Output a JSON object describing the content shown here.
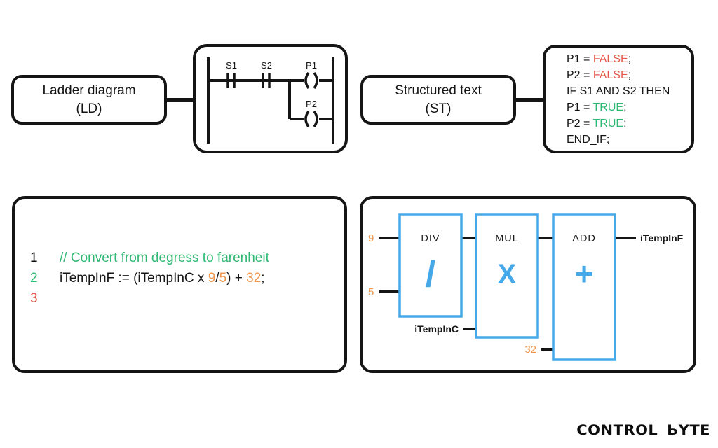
{
  "colors": {
    "ink": "#151515",
    "green": "#2eb872",
    "red": "#e4564c",
    "orange": "#f0954c",
    "blue": "#45a8e8"
  },
  "top_row": {
    "ld_box": {
      "line1": "Ladder diagram",
      "line2": "(LD)"
    },
    "ladder": {
      "contact1": "S1",
      "contact2": "S2",
      "coil1": "P1",
      "coil2": "P2"
    },
    "st_box": {
      "line1": "Structured text",
      "line2": "(ST)"
    },
    "st_code": {
      "line1": {
        "pre": "P1 = ",
        "kw": "FALSE",
        "post": ";"
      },
      "line2": {
        "pre": "P2 = ",
        "kw": "FALSE",
        "post": ";"
      },
      "line3": {
        "pre": "IF S1 AND S2 THEN",
        "kw": "",
        "post": ""
      },
      "line4": {
        "pre": "P1 = ",
        "kw": "TRUE",
        "post": ";"
      },
      "line5": {
        "pre": "P2 = ",
        "kw": "TRUE",
        "post": ":"
      },
      "line6": {
        "pre": "END_IF;",
        "kw": "",
        "post": ""
      }
    }
  },
  "bottom_row": {
    "code_editor": {
      "line1": {
        "number": "1",
        "comment": "// Convert from degress to farenheit"
      },
      "line2": {
        "number": "2",
        "p1": "iTempInF := (iTempInC x ",
        "n1": "9",
        "sep": "/",
        "n2": "5",
        "p2": ") + ",
        "n3": "32",
        "p3": ";"
      },
      "line3": {
        "number": "3"
      }
    },
    "fbd": {
      "div_block": {
        "name": "DIV",
        "symbol": "/"
      },
      "mul_block": {
        "name": "MUL",
        "symbol": "X"
      },
      "add_block": {
        "name": "ADD",
        "symbol": "+"
      },
      "input_9": "9",
      "input_5": "5",
      "input_itempinc": "iTempInC",
      "input_32": "32",
      "output_itempinf": "iTempInF"
    }
  },
  "logo": {
    "text": "CONTROL ЬYTE"
  }
}
